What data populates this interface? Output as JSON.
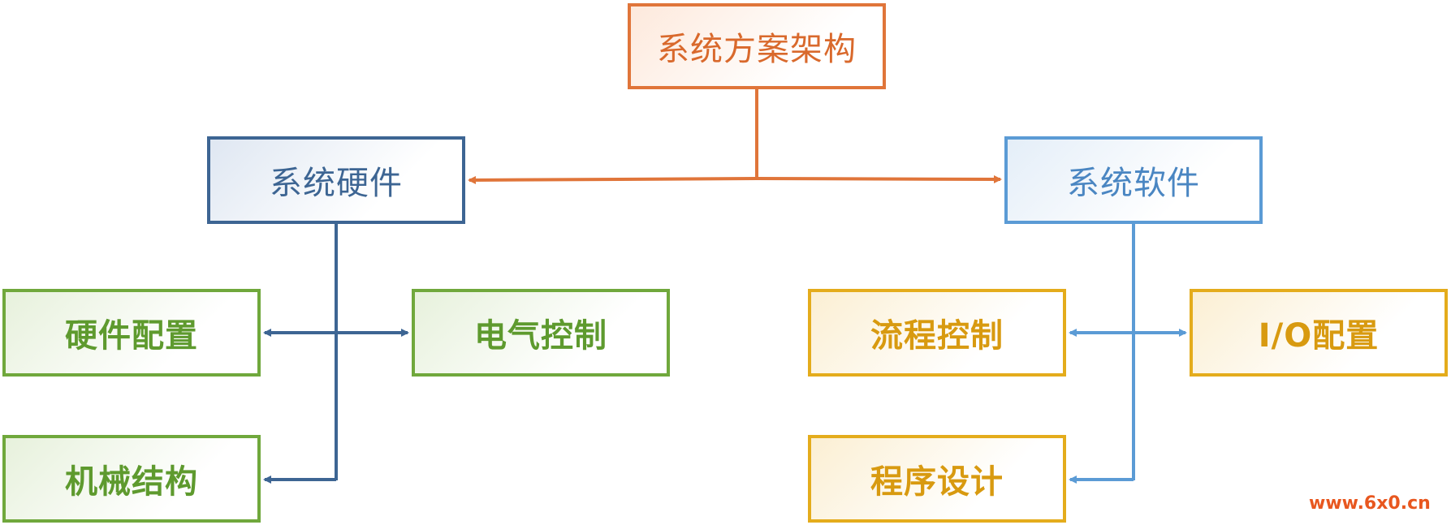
{
  "nodes": {
    "root": "系统方案架构",
    "hardware": "系统硬件",
    "software": "系统软件",
    "hw_config": "硬件配置",
    "electric": "电气控制",
    "mechanical": "机械结构",
    "flow_control": "流程控制",
    "io_config": "I/O配置",
    "programming": "程序设计"
  },
  "watermark": "www.6x0.cn",
  "colors": {
    "root": "#e0753a",
    "hardware": "#3d6593",
    "software": "#5b9bd5",
    "hardware_children": "#70a83c",
    "software_children": "#e4ac1c",
    "watermark": "#e8571f"
  }
}
